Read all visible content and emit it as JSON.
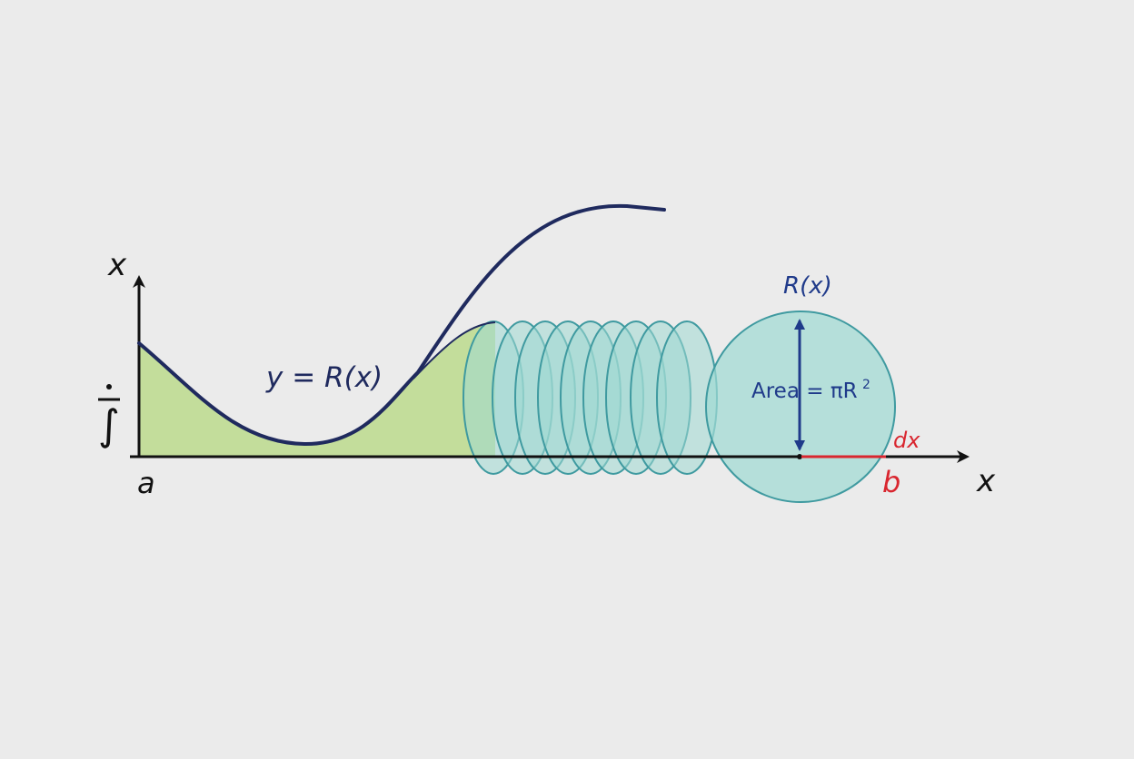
{
  "diagram": {
    "y_axis_label": "x",
    "x_axis_label": "x",
    "left_symbol": "∫",
    "curve_label": "y = R(x)",
    "label_a": "a",
    "label_b": "b",
    "label_dx": "dx",
    "radius_label": "R(x)",
    "area_label": "Area = πR",
    "area_exponent": "2",
    "colors": {
      "background": "#ebebeb",
      "axis": "#111111",
      "curve": "#1f2a5e",
      "fill_region": "#c3dd9b",
      "disk_fill": "#9fd9d2",
      "disk_stroke": "#3f9aa0",
      "highlight": "#d9262f",
      "label_blue": "#1f3a8a"
    }
  }
}
